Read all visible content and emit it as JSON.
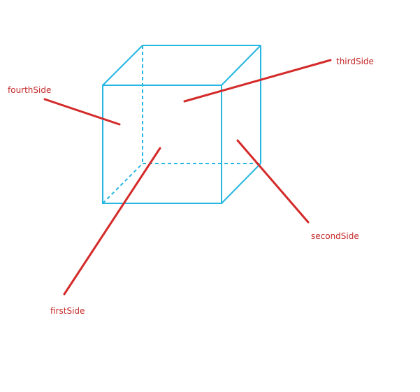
{
  "colors": {
    "cube_edge": "#25b6e2",
    "pointer": "#d42a2a",
    "label_text": "#c42828",
    "background": "#ffffff"
  },
  "labels": {
    "first_side": "firstSide",
    "second_side": "secondSide",
    "third_side": "thirdSide",
    "fourth_side": "fourthSide"
  }
}
